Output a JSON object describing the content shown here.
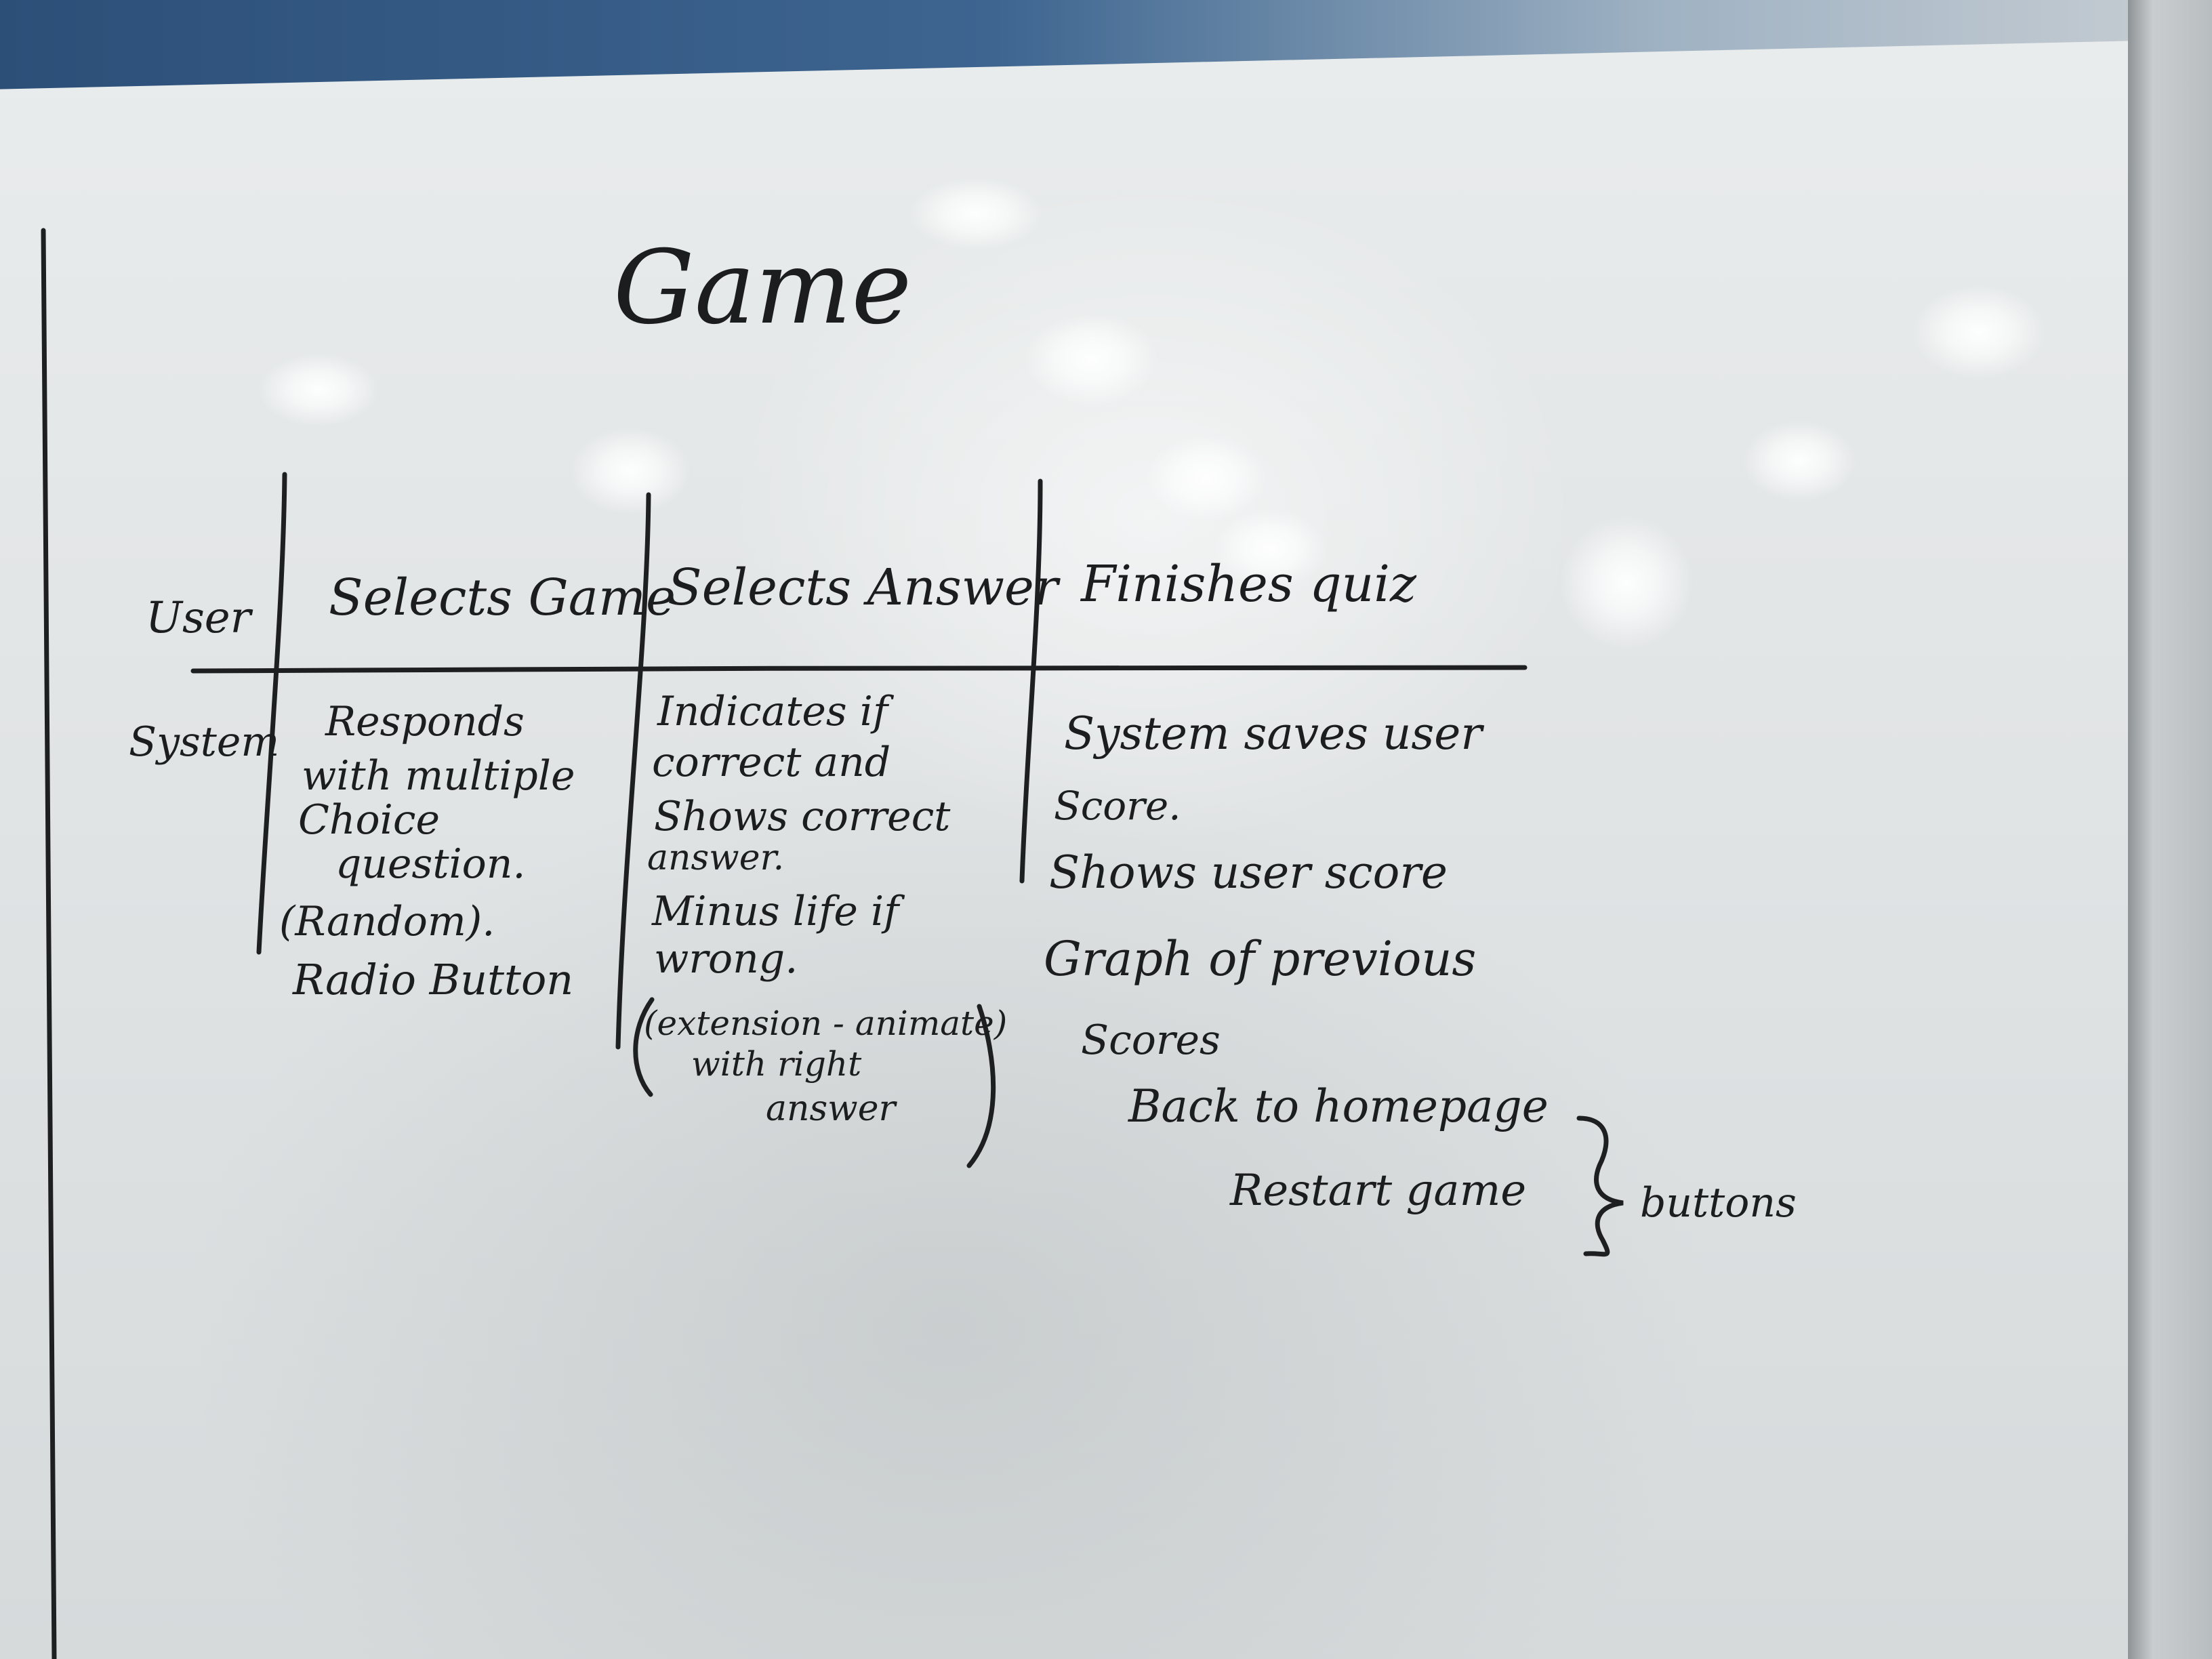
{
  "board": {
    "title": "Game",
    "row_labels": {
      "user": "User",
      "system": "System"
    },
    "columns": [
      {
        "header": "Selects Game",
        "system_lines": [
          "Responds",
          "with multiple",
          "Choice",
          "question.",
          "(Random).",
          "Radio Button"
        ]
      },
      {
        "header": "Selects Answer",
        "system_lines": [
          "Indicates if",
          "correct and",
          "Shows correct",
          "answer.",
          "Minus life if",
          "wrong.",
          "(extension - animate)",
          "with right",
          "answer"
        ]
      },
      {
        "header": "Finishes quiz",
        "system_lines": [
          "System saves user",
          "Score.",
          "Shows user score",
          "Graph of previous",
          "Scores",
          "Back to homepage",
          "Restart game"
        ]
      }
    ],
    "brace_label": "buttons"
  },
  "colors": {
    "ink": "#1c1d1e",
    "board": "#e4e7e8",
    "wall": "#2c4f78"
  }
}
